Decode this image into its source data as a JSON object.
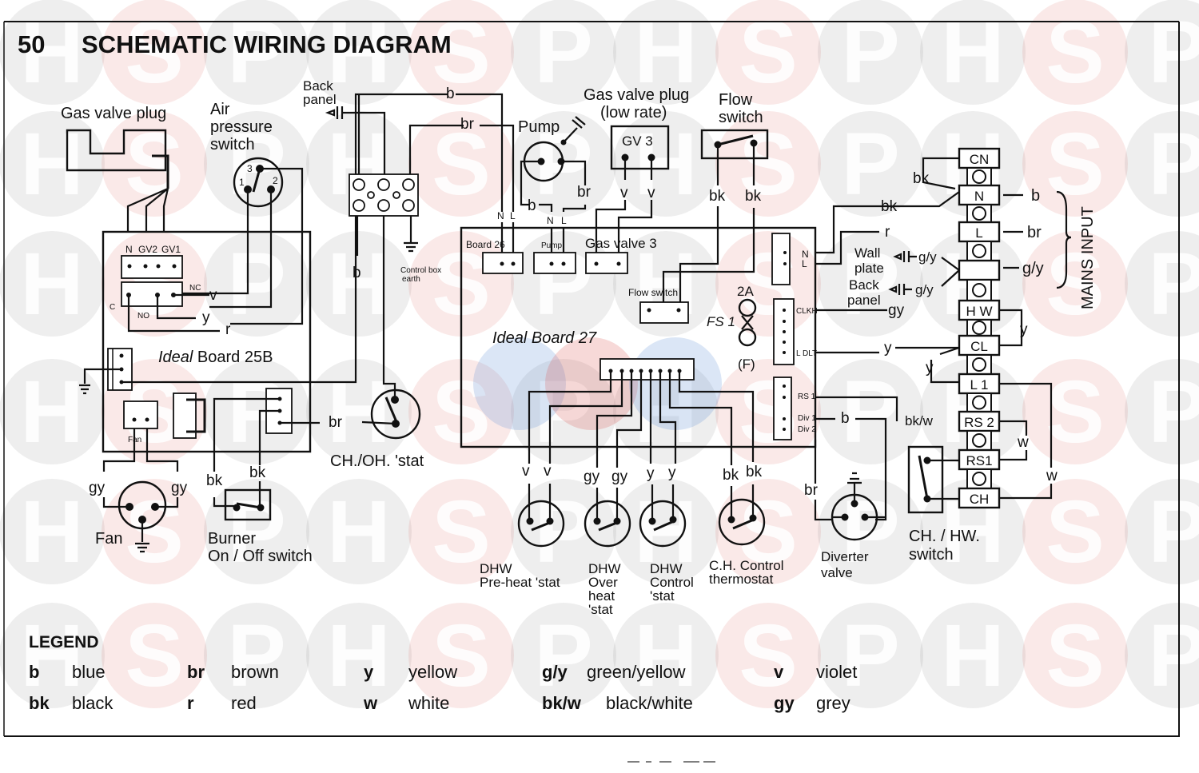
{
  "header": {
    "number": "50",
    "title": "SCHEMATIC WIRING DIAGRAM"
  },
  "watermark": {
    "letters": [
      "H",
      "S",
      "P"
    ],
    "colors": {
      "grey": "#7a7a7a",
      "red": "#d9534f",
      "blue": "#5b8fd6"
    }
  },
  "components": {
    "gas_valve_plug": "Gas valve plug",
    "air_pressure_switch": [
      "Air",
      "pressure",
      "switch"
    ],
    "air_pressure_pins": [
      "1",
      "2",
      "3"
    ],
    "back_panel": [
      "Back",
      "panel"
    ],
    "pump": "Pump",
    "gas_valve_plug_low": [
      "Gas valve plug",
      "(low rate)"
    ],
    "gv3": "GV 3",
    "flow_switch": [
      "Flow",
      "switch"
    ],
    "control_box_earth": [
      "Control box",
      "earth"
    ],
    "board_25b": {
      "brand": "Ideal",
      "name": " Board 25B",
      "terminals": [
        "N",
        "GV2",
        "GV1"
      ],
      "nc": "NC",
      "no": "NO",
      "c": "C",
      "fan": "Fan"
    },
    "board_27": {
      "brand": "Ideal",
      "name": " Board 27",
      "board26": "Board 26",
      "pump": "Pump",
      "gas_valve3": "Gas valve 3",
      "flow_switch": "Flow switch",
      "fuse_rating": "2A",
      "fuse": "FS 1",
      "fuse_type": "(F)",
      "n": "N",
      "l": "L",
      "clkh": "CLKH",
      "ldlt": "L DLT",
      "rs1": "RS 1",
      "div1": "Div 1",
      "div2": "Div 2"
    },
    "nl_labels": [
      "N",
      "L"
    ],
    "ch_oh_stat": "CH./OH. 'stat",
    "fan": "Fan",
    "burner_switch": [
      "Burner",
      "On / Off switch"
    ],
    "dhw_preheat": [
      "DHW",
      "Pre-heat 'stat"
    ],
    "dhw_overheat": [
      "DHW",
      "Over",
      "heat",
      "'stat"
    ],
    "dhw_control": [
      "DHW",
      "Control",
      "'stat"
    ],
    "ch_control": [
      "C.H. Control",
      "thermostat"
    ],
    "diverter_valve": [
      "Diverter",
      "valve"
    ],
    "ch_hw_switch": [
      "CH. / HW.",
      "switch"
    ],
    "wall_plate": [
      "Wall",
      "plate"
    ],
    "back_panel2": [
      "Back",
      "panel"
    ],
    "mains_input": "MAINS INPUT",
    "terminal_strip": [
      "CN",
      "N",
      "L",
      "",
      "H W",
      "CL",
      "L 1",
      "RS 2",
      "RS1",
      "CH"
    ]
  },
  "wire_labels": {
    "b": "b",
    "br": "br",
    "bk": "bk",
    "y": "y",
    "v": "v",
    "r": "r",
    "gy": "gy",
    "gy_ch": "g/y",
    "w": "w",
    "bkw": "bk/w"
  },
  "legend": {
    "heading": "LEGEND",
    "row1": [
      {
        "code": "b",
        "name": "blue"
      },
      {
        "code": "br",
        "name": "brown"
      },
      {
        "code": "y",
        "name": "yellow"
      },
      {
        "code": "g/y",
        "name": "green/yellow"
      },
      {
        "code": "v",
        "name": "violet"
      }
    ],
    "row2": [
      {
        "code": "bk",
        "name": "black"
      },
      {
        "code": "r",
        "name": "red"
      },
      {
        "code": "w",
        "name": "white"
      },
      {
        "code": "bk/w",
        "name": "black/white"
      },
      {
        "code": "gy",
        "name": "grey"
      }
    ]
  }
}
